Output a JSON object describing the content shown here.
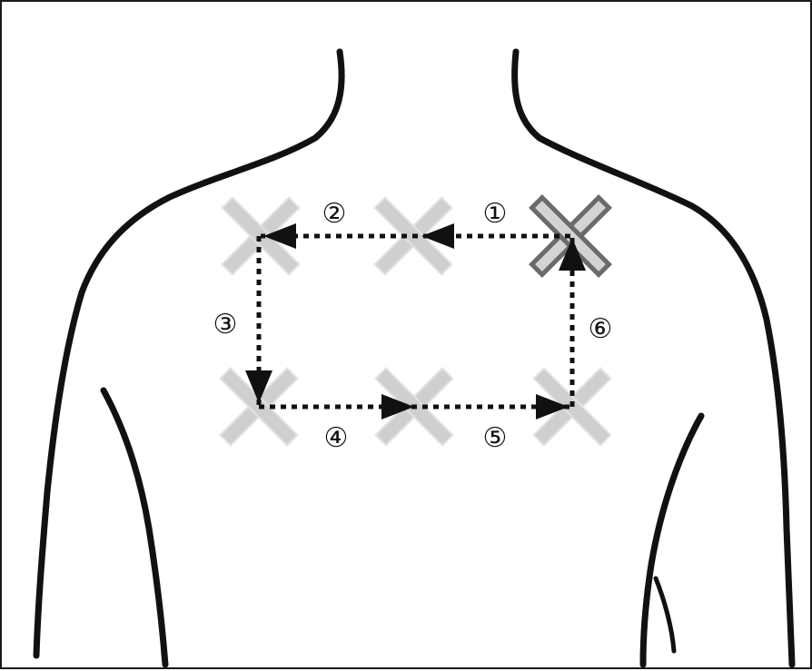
{
  "step_labels": {
    "s1": "①",
    "s2": "②",
    "s3": "③",
    "s4": "④",
    "s5": "⑤",
    "s6": "⑥"
  },
  "colors": {
    "marker_fill": "#cfcfcf",
    "marker_fill_highlight": "#d3d3d3",
    "marker_outline_highlight": "#6a6a6a",
    "outline": "#111111",
    "path": "#111111"
  },
  "markers": [
    {
      "name": "marker-top-left",
      "highlighted": false
    },
    {
      "name": "marker-top-middle",
      "highlighted": false
    },
    {
      "name": "marker-top-right",
      "highlighted": true
    },
    {
      "name": "marker-bottom-left",
      "highlighted": false
    },
    {
      "name": "marker-bottom-middle",
      "highlighted": false
    },
    {
      "name": "marker-bottom-right",
      "highlighted": false
    }
  ],
  "path_order": [
    "top-right",
    "top-middle",
    "top-left",
    "bottom-left",
    "bottom-middle",
    "bottom-right",
    "top-right"
  ]
}
